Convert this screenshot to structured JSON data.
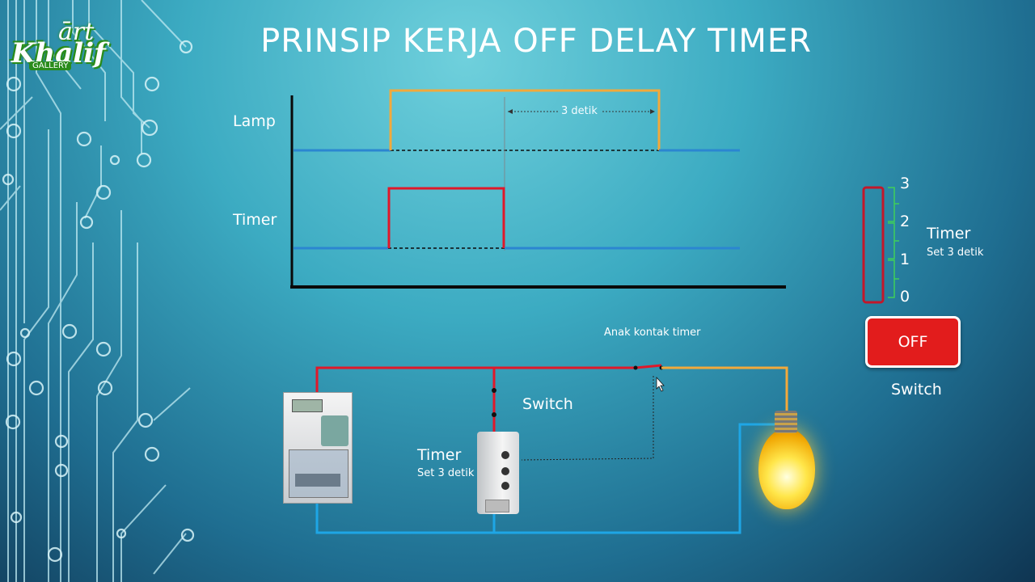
{
  "title": "PRINSIP KERJA OFF DELAY TIMER",
  "logo": {
    "line1": "ārt",
    "line2": "Khalif",
    "line3": "GALLERY"
  },
  "timing_chart": {
    "lamp_label": "Lamp",
    "timer_label": "Timer",
    "interval_label": "3 detik"
  },
  "timer_gauge": {
    "ticks": [
      "3",
      "2",
      "1",
      "0"
    ],
    "label": "Timer",
    "sublabel": "Set 3 detik",
    "level": 0
  },
  "switch_control": {
    "button_label": "OFF",
    "caption": "Switch",
    "state": "off"
  },
  "circuit": {
    "contact_label": "Anak kontak timer",
    "switch_label": "Switch",
    "timer_label": "Timer",
    "timer_sublabel": "Set 3 detik"
  },
  "colors": {
    "phase_wire": "#e0182a",
    "lamp_wire": "#f2a93b",
    "neutral_wire": "#1ea6e6",
    "axis": "#0a0a0a",
    "signal_low": "#2b86d1",
    "off_button": "#e21c1c"
  }
}
